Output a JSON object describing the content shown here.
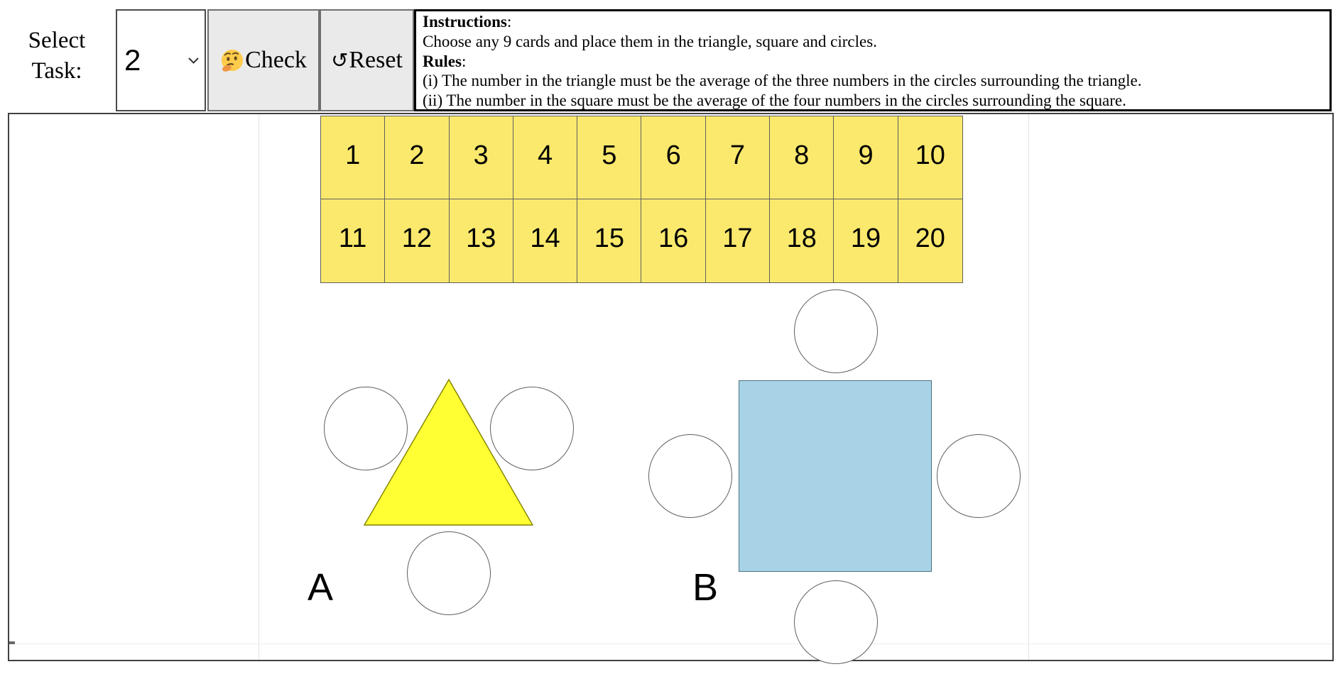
{
  "toolbar": {
    "select_task_label": "Select Task:",
    "task_select": {
      "value": "2",
      "chevron_icon": "chevron-down"
    },
    "check_button": {
      "label": "Check",
      "icon": "thinking-face-emoji"
    },
    "reset_button": {
      "label": "Reset",
      "icon_char": "↺"
    }
  },
  "instructions": {
    "title": "Instructions",
    "colon": ":",
    "intro": "Choose any 9 cards and place them in the triangle, square and circles.",
    "rules_title": "Rules",
    "rule_i": "(i) The number in the triangle must be the average of the three numbers in the circles surrounding the triangle.",
    "rule_ii": "(ii) The number in the square must be the average of the four numbers in the circles surrounding the square."
  },
  "cards": {
    "columns": 10,
    "values": [
      1,
      2,
      3,
      4,
      5,
      6,
      7,
      8,
      9,
      10,
      11,
      12,
      13,
      14,
      15,
      16,
      17,
      18,
      19,
      20
    ]
  },
  "board": {
    "triangle_label": "A",
    "square_label": "B"
  },
  "colors": {
    "card_yellow": "#FBE96D",
    "triangle_yellow": "#FFFF33",
    "square_blue": "#A8D3E6",
    "button_gray": "#EAEAEA"
  }
}
